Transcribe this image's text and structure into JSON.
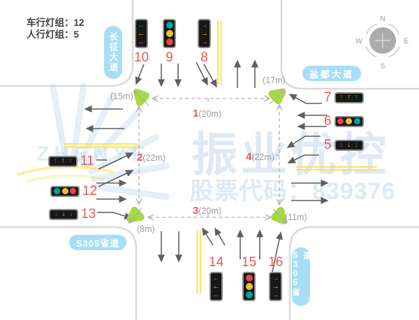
{
  "header": {
    "vehicle_groups": "车行灯组：12",
    "pedestrian_groups": "人行灯组：5"
  },
  "signs": {
    "north": "长征大道",
    "east": "盐都大道",
    "south_west": "S305省道",
    "south_east": "S305省道"
  },
  "compass": {
    "n": "N",
    "e": "E",
    "s": "S",
    "w": "W"
  },
  "watermark": {
    "brand": "振业优控",
    "stock": "股票代码：839376",
    "logo": "ZHENYE"
  },
  "colors": {
    "teal": "#00a5a5",
    "yellow": "#eec22d",
    "red": "#e64643",
    "label_red": "#f2564e",
    "sign_blue": "#a8ddf6",
    "green_blob": "#a6d944",
    "road_yellow": "#ffdf3a"
  },
  "crosswalks": [
    {
      "id": "1",
      "dist": "(20m)"
    },
    {
      "id": "2",
      "dist": "(22m)"
    },
    {
      "id": "3",
      "dist": "(20m)"
    },
    {
      "id": "4",
      "dist": "(22m)"
    }
  ],
  "stoplines": {
    "nw": "(15m)",
    "ne": "(17m)",
    "sw": "(8m)",
    "se": "(11m)"
  },
  "lights": [
    {
      "label": "5",
      "shape": "down",
      "orientation": "h",
      "colors": [
        "red",
        "yellow",
        "teal"
      ]
    },
    {
      "label": "6",
      "shape": "disc",
      "orientation": "h",
      "colors": [
        "red",
        "yellow",
        "teal"
      ]
    },
    {
      "label": "7",
      "shape": "up",
      "orientation": "h",
      "colors": [
        "red",
        "yellow",
        "teal"
      ]
    },
    {
      "label": "8",
      "shape": "right",
      "orientation": "v",
      "colors": [
        "teal",
        "yellow",
        "red"
      ]
    },
    {
      "label": "9",
      "shape": "disc",
      "orientation": "v",
      "colors": [
        "teal",
        "yellow",
        "red"
      ]
    },
    {
      "label": "10",
      "shape": "left",
      "orientation": "v",
      "colors": [
        "teal",
        "yellow",
        "red"
      ]
    },
    {
      "label": "11",
      "shape": "up",
      "orientation": "h",
      "colors": [
        "teal",
        "yellow",
        "red"
      ]
    },
    {
      "label": "12",
      "shape": "disc",
      "orientation": "h",
      "colors": [
        "teal",
        "yellow",
        "red"
      ]
    },
    {
      "label": "13",
      "shape": "down",
      "orientation": "h",
      "colors": [
        "teal",
        "yellow",
        "red"
      ]
    },
    {
      "label": "14",
      "shape": "left",
      "orientation": "v",
      "colors": [
        "red",
        "yellow",
        "teal"
      ]
    },
    {
      "label": "15",
      "shape": "disc",
      "orientation": "v",
      "colors": [
        "red",
        "yellow",
        "teal"
      ]
    },
    {
      "label": "16",
      "shape": "right",
      "orientation": "v",
      "colors": [
        "red",
        "yellow",
        "teal"
      ]
    }
  ]
}
